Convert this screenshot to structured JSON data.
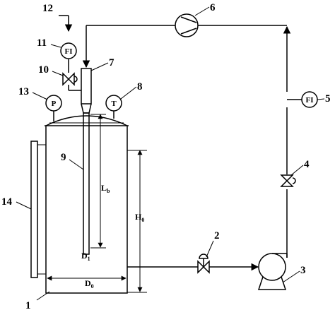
{
  "callouts": [
    "1",
    "2",
    "3",
    "4",
    "5",
    "6",
    "7",
    "8",
    "9",
    "10",
    "11",
    "12",
    "13",
    "14"
  ],
  "instruments": {
    "fi_top": "FI",
    "fi_right": "FI",
    "pressure": "P",
    "temperature": "T"
  },
  "dimensions": {
    "lb_main": "L",
    "lb_sub": "b",
    "h0_main": "H",
    "h0_sub": "0",
    "d0_main": "D",
    "d0_sub": "0",
    "d1_main": "D",
    "d1_sub": "1"
  },
  "colors": {
    "line": "#000000",
    "background": "#ffffff"
  }
}
